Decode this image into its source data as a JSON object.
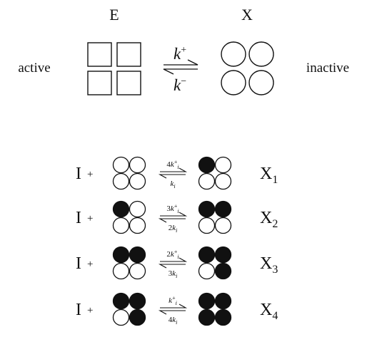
{
  "top": {
    "enzyme_label": "E",
    "inactive_label": "X",
    "left_side_text": "active",
    "right_side_text": "inactive",
    "forward_rate": {
      "base": "k",
      "sup": "+"
    },
    "reverse_rate": {
      "base": "k",
      "sup": "−"
    }
  },
  "binding": {
    "inhibitor_text": "I",
    "plus_text": "+",
    "rows": [
      {
        "forward": {
          "coef": "4",
          "base": "k",
          "sup": "+",
          "sub": "i"
        },
        "reverse": {
          "coef": "",
          "base": "k",
          "sup": "",
          "sub": "i"
        },
        "left_filled": [
          false,
          false,
          false,
          false
        ],
        "right_filled": [
          true,
          false,
          false,
          false
        ],
        "product": {
          "base": "X",
          "sub": "1"
        }
      },
      {
        "forward": {
          "coef": "3",
          "base": "k",
          "sup": "+",
          "sub": "i"
        },
        "reverse": {
          "coef": "2",
          "base": "k",
          "sup": "",
          "sub": "i"
        },
        "left_filled": [
          true,
          false,
          false,
          false
        ],
        "right_filled": [
          true,
          true,
          false,
          false
        ],
        "product": {
          "base": "X",
          "sub": "2"
        }
      },
      {
        "forward": {
          "coef": "2",
          "base": "k",
          "sup": "+",
          "sub": "i"
        },
        "reverse": {
          "coef": "3",
          "base": "k",
          "sup": "",
          "sub": "i"
        },
        "left_filled": [
          true,
          true,
          false,
          false
        ],
        "right_filled": [
          true,
          true,
          false,
          true
        ],
        "product": {
          "base": "X",
          "sub": "3"
        }
      },
      {
        "forward": {
          "coef": "",
          "base": "k",
          "sup": "+",
          "sub": "i"
        },
        "reverse": {
          "coef": "4",
          "base": "k",
          "sup": "",
          "sub": "i"
        },
        "left_filled": [
          true,
          true,
          false,
          true
        ],
        "right_filled": [
          true,
          true,
          true,
          true
        ],
        "product": {
          "base": "X",
          "sub": "4"
        }
      }
    ]
  }
}
